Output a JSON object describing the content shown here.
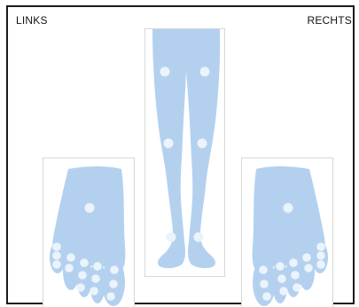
{
  "labels": {
    "left": "LINKS",
    "right": "RECHTS"
  },
  "colors": {
    "body": "#b3d1ef",
    "point": "#ebf3fb",
    "frame": "#1a1a1a"
  },
  "points": {
    "legs": [
      "left-thigh",
      "right-thigh",
      "left-knee",
      "right-knee",
      "left-ankle",
      "right-ankle"
    ],
    "left_foot": [
      "sole",
      "toe-1a",
      "toe-1b",
      "toe-1c",
      "toe-2a",
      "toe-2b",
      "toe-2c",
      "toe-3a",
      "toe-3b",
      "toe-3c",
      "toe-4a",
      "toe-4b",
      "toe-5a",
      "toe-5b",
      "toe-5c"
    ],
    "right_foot": [
      "sole",
      "toe-1a",
      "toe-1b",
      "toe-1c",
      "toe-2a",
      "toe-2b",
      "toe-2c",
      "toe-3a",
      "toe-3b",
      "toe-3c",
      "toe-4a",
      "toe-4b",
      "toe-5a",
      "toe-5b",
      "toe-5c"
    ]
  }
}
